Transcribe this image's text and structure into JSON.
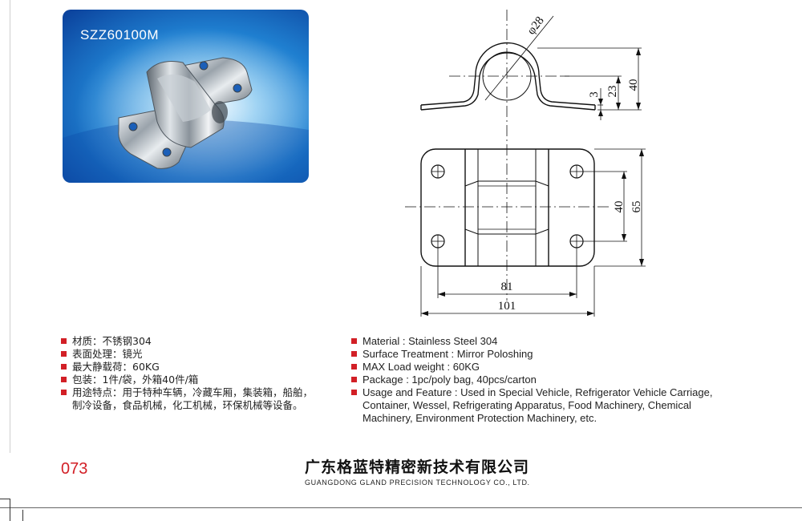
{
  "product": {
    "model_code": "SZZ60100M"
  },
  "dimensions": {
    "diameter": "φ28",
    "height_40": "40",
    "height_23": "23",
    "thickness_3": "3",
    "bracket_40": "40",
    "width_65": "65",
    "hole_spacing_81": "81",
    "length_101": "101"
  },
  "specs_cn": [
    {
      "text": "材质：不锈钢304"
    },
    {
      "text": "表面处理：镜光"
    },
    {
      "text": "最大静载荷：60KG"
    },
    {
      "text": "包装：1件/袋，外箱40件/箱"
    },
    {
      "text": "用途特点：用于特种车辆，冷藏车厢，集装箱，船舶，",
      "cont": "制冷设备，食品机械，化工机械，环保机械等设备。"
    }
  ],
  "specs_en": [
    {
      "text": "Material : Stainless Steel 304"
    },
    {
      "text": "Surface Treatment : Mirror Poloshing"
    },
    {
      "text": "MAX Load weight : 60KG"
    },
    {
      "text": "Package : 1pc/poly bag, 40pcs/carton"
    },
    {
      "text": "Usage and Feature : Used in Special Vehicle, Refrigerator Vehicle Carriage,",
      "cont": "Container, Wessel, Refrigerating Apparatus, Food Machinery, Chemical",
      "cont2": "Machinery, Environment Protection Machinery, etc."
    }
  ],
  "footer": {
    "page_number": "073",
    "company_cn": "广东格蓝特精密新技术有限公司",
    "company_en": "GUANGDONG GLAND PRECISION TECHNOLOGY CO., LTD."
  },
  "colors": {
    "accent_red": "#d21f26",
    "card_blue": "#1f7fd0"
  }
}
